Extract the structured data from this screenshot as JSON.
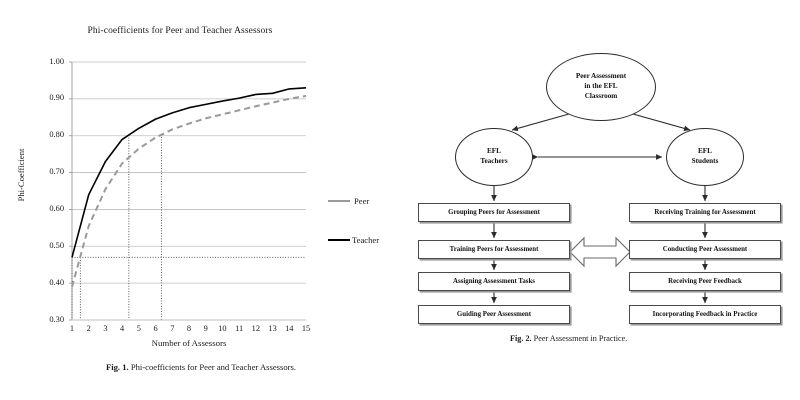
{
  "figure1": {
    "caption_prefix": "Fig. 1.",
    "caption_text": "Phi-coefficients for Peer and Teacher Assessors.",
    "chart_data": {
      "type": "line",
      "title": "Phi-coefficients for Peer and Teacher Assessors",
      "xlabel": "Number of Assessors",
      "ylabel": "Phi-Coefficient",
      "xlim": [
        1,
        15
      ],
      "ylim": [
        0.3,
        1.0
      ],
      "grid": "horizontal",
      "legend_position": "right",
      "x_ticks": [
        1,
        2,
        3,
        4,
        5,
        6,
        7,
        8,
        9,
        10,
        11,
        12,
        13,
        14,
        15
      ],
      "x_tick_labels": [
        "1",
        "2",
        "3",
        "4",
        "5",
        "6",
        "7",
        "8",
        "9",
        "10",
        "11",
        "12",
        "13",
        "14",
        "15"
      ],
      "y_ticks": [
        0.3,
        0.4,
        0.5,
        0.6,
        0.7,
        0.8,
        0.9,
        1.0
      ],
      "y_tick_labels": [
        "0.30",
        "0.40",
        "0.50",
        "0.60",
        "0.70",
        "0.80",
        "0.90",
        "1.00"
      ],
      "x": [
        1,
        2,
        3,
        4,
        5,
        6,
        7,
        8,
        9,
        10,
        11,
        12,
        13,
        14,
        15
      ],
      "series": [
        {
          "name": "Teacher",
          "style": "solid",
          "color": "#000000",
          "values": [
            0.47,
            0.64,
            0.73,
            0.79,
            0.82,
            0.845,
            0.862,
            0.876,
            0.885,
            0.894,
            0.902,
            0.912,
            0.915,
            0.927,
            0.93
          ]
        },
        {
          "name": "Peer",
          "style": "dashed",
          "color": "#9a9a9a",
          "values": [
            0.39,
            0.555,
            0.655,
            0.725,
            0.765,
            0.795,
            0.817,
            0.833,
            0.847,
            0.858,
            0.869,
            0.88,
            0.89,
            0.9,
            0.908
          ]
        }
      ],
      "reference_lines": {
        "horizontal": [
          0.47
        ],
        "vertical": [
          1.0,
          1.5,
          4.4,
          6.35
        ],
        "style": "dotted"
      }
    },
    "legend": [
      {
        "label": "Peer",
        "color": "#9a9a9a",
        "style": "dashed"
      },
      {
        "label": "Teacher",
        "color": "#000000",
        "style": "solid"
      }
    ]
  },
  "figure2": {
    "caption_prefix": "Fig. 2.",
    "caption_text": "Peer Assessment in Practice.",
    "root_node": "Peer Assessment\nin the EFL\nClassroom",
    "root_node_lines": [
      "Peer Assessment",
      "in the EFL",
      "Classroom"
    ],
    "left_node_lines": [
      "EFL",
      "Teachers"
    ],
    "right_node_lines": [
      "EFL",
      "Students"
    ],
    "left_steps": [
      "Grouping Peers for Assessment",
      "Training Peers for Assessment",
      "Assigning Assessment Tasks",
      "Guiding Peer Assessment"
    ],
    "right_steps": [
      "Receiving Training for Assessment",
      "Conducting Peer Assessment",
      "Receiving Peer Feedback",
      "Incorporating Feedback in Practice"
    ]
  }
}
